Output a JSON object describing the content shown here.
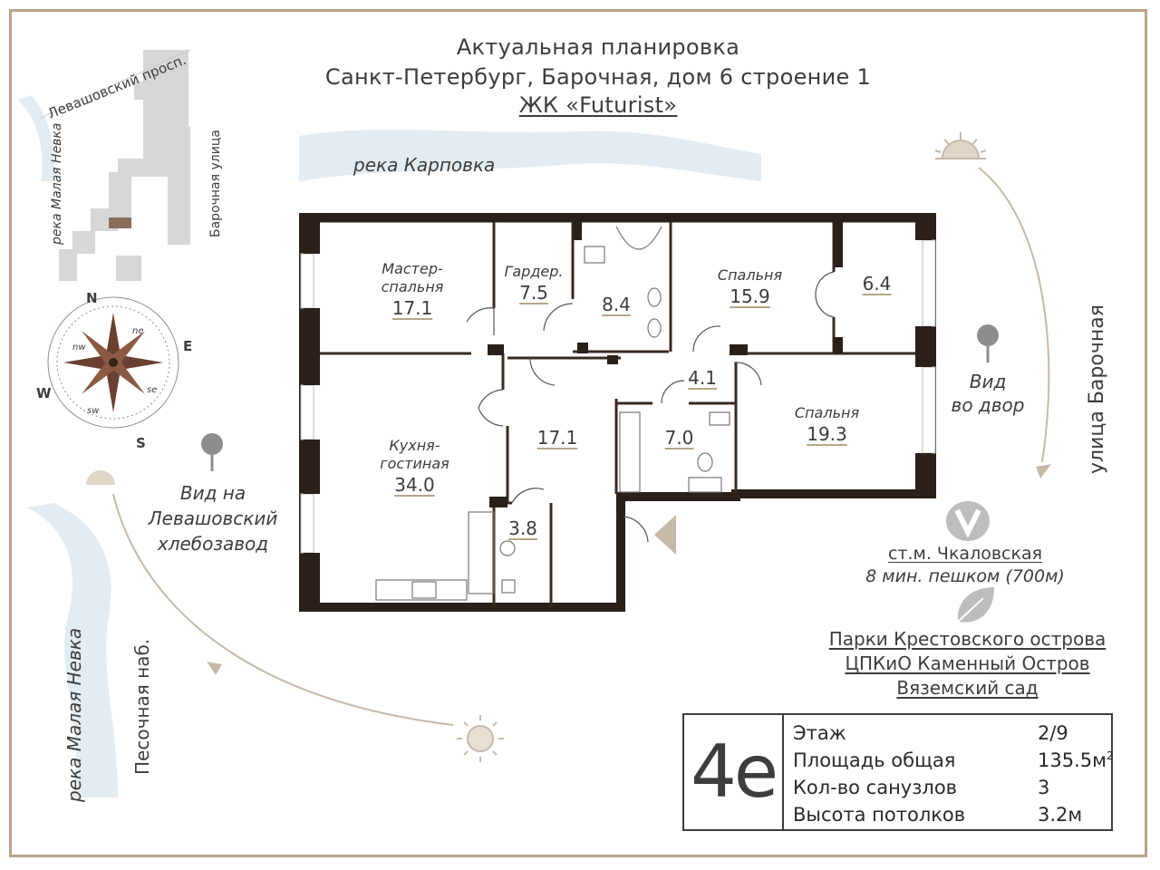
{
  "header": {
    "line1": "Актуальная планировка",
    "line2": "Санкт-Петербург, Барочная, дом 6 строение 1",
    "line3": "ЖК «Futurist»"
  },
  "map": {
    "street_levashovsky": "Левашовский просп.",
    "river_malaya_nevka_top": "река Малая Невка",
    "street_barochnaya_small": "Барочная улица",
    "river_karpovka": "река  Карповка",
    "street_barochnaya": "улица Барочная",
    "river_malaya_nevka_bottom": "река  Малая Невка",
    "embankment_pesochnaya": "Песочная наб."
  },
  "compass": {
    "n": "N",
    "e": "E",
    "s": "S",
    "w": "W",
    "ne": "ne",
    "nw": "nw",
    "se": "se",
    "sw": "sw"
  },
  "rooms": [
    {
      "name": "Мастер-\nспальня",
      "area": "17.1"
    },
    {
      "name": "Гардер.",
      "area": "7.5"
    },
    {
      "name": "",
      "area": "8.4"
    },
    {
      "name": "Спальня",
      "area": "15.9"
    },
    {
      "name": "",
      "area": "6.4"
    },
    {
      "name": "",
      "area": "4.1"
    },
    {
      "name": "Кухня-\nгостиная",
      "area": "34.0"
    },
    {
      "name": "",
      "area": "17.1"
    },
    {
      "name": "",
      "area": "7.0"
    },
    {
      "name": "Спальня",
      "area": "19.3"
    },
    {
      "name": "",
      "area": "3.8"
    }
  ],
  "views": {
    "courtyard": "Вид\nво двор",
    "bakery": "Вид на\nЛевашовский\nхлебозавод"
  },
  "metro": {
    "station": "ст.м. Чкаловская",
    "walk": "8 мин. пешком (700м)"
  },
  "parks": [
    "Парки Крестовского острова",
    "ЦПКиО Каменный Остров",
    "Вяземский сад"
  ],
  "info": {
    "type": "4е",
    "rows": [
      {
        "label": "Этаж",
        "value": "2/9",
        "sup": ""
      },
      {
        "label": "Площадь общая",
        "value": "135.5м",
        "sup": "2"
      },
      {
        "label": "Кол-во санузлов",
        "value": "3",
        "sup": ""
      },
      {
        "label": "Высота потолков",
        "value": "3.2м",
        "sup": ""
      }
    ]
  },
  "colors": {
    "accent": "#b8a48a",
    "wall": "#2b1f1a",
    "text": "#3d3d3d",
    "river": "#dde8f0"
  },
  "icons": [
    "pin-icon",
    "sun-icon",
    "metro-icon",
    "leaf-icon",
    "compass-rose-icon",
    "entrance-arrow-icon"
  ]
}
